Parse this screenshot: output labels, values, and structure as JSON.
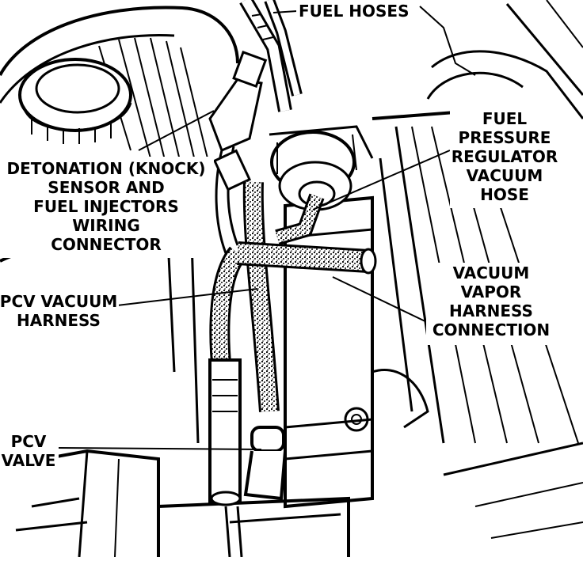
{
  "labels": {
    "fuel_hoses": "FUEL HOSES",
    "fuel_pressure_regulator": [
      "FUEL",
      "PRESSURE",
      "REGULATOR",
      "VACUUM",
      "HOSE"
    ],
    "detonation_sensor": [
      "DETONATION (KNOCK)",
      "SENSOR AND",
      "FUEL INJECTORS",
      "WIRING",
      "CONNECTOR"
    ],
    "pcv_vacuum_harness": [
      "PCV VACUUM",
      "HARNESS"
    ],
    "vacuum_vapor_harness": [
      "VACUUM",
      "VAPOR",
      "HARNESS",
      "CONNECTION"
    ],
    "pcv_valve": [
      "PCV",
      "VALVE"
    ]
  }
}
